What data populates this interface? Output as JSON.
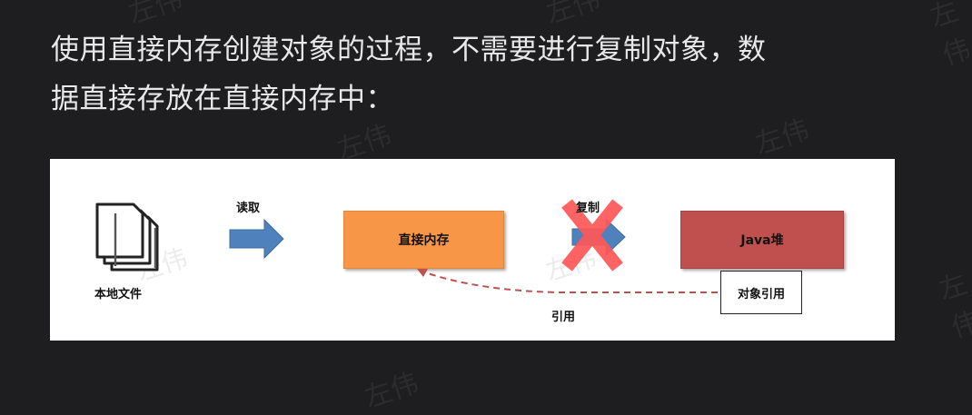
{
  "watermark": "左伟",
  "headline": {
    "line1": "使用直接内存创建对象的过程，不需要进行复制对象，数",
    "line2": "据直接存放在直接内存中："
  },
  "diagram": {
    "local_file_label": "本地文件",
    "read_label": "读取",
    "direct_memory_label": "直接内存",
    "copy_label": "复制",
    "java_heap_label": "Java堆",
    "object_ref_label": "对象引用",
    "reference_label": "引用",
    "colors": {
      "arrow_blue": "#4f81bd",
      "direct_memory": "#f79646",
      "java_heap": "#c0504d",
      "cross_red": "#ff4d4d",
      "dashed_red": "#c0504d"
    },
    "icons": {
      "file": "document-stack-icon",
      "read_arrow": "right-arrow-icon",
      "copy_arrow": "right-arrow-icon",
      "cross": "x-cross-icon"
    }
  }
}
